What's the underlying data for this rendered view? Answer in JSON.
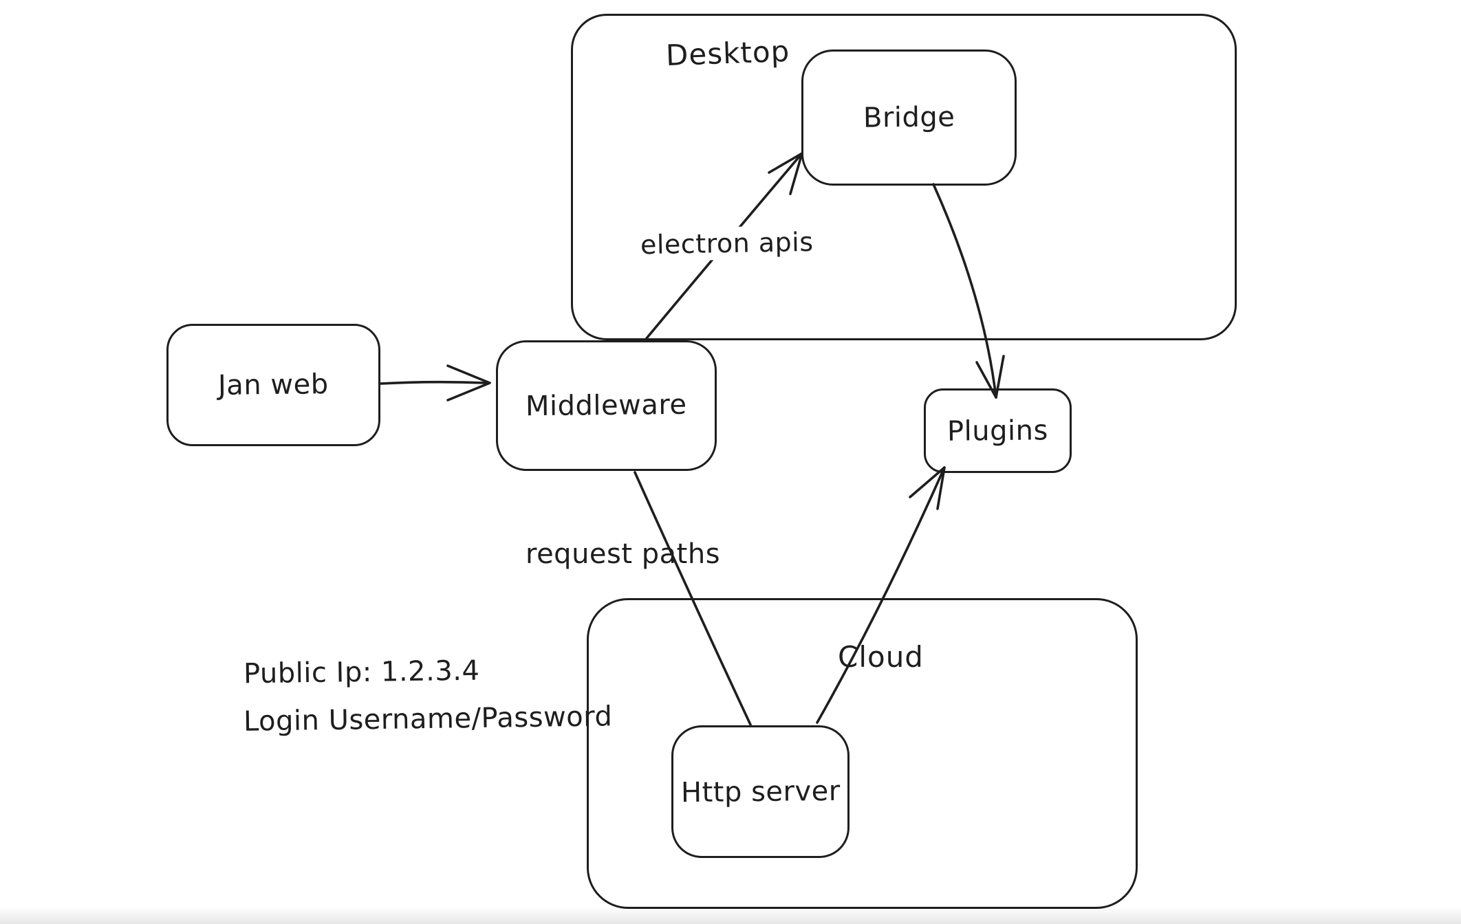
{
  "canvas": {
    "background": "#ffffff",
    "stroke_color": "#1e1e1e",
    "bottom_fade_color": "#e7e7e8"
  },
  "containers": [
    {
      "id": "desktop",
      "label": "Desktop"
    },
    {
      "id": "cloud",
      "label": "Cloud"
    }
  ],
  "nodes": [
    {
      "id": "jan-web",
      "label": "Jan web"
    },
    {
      "id": "middleware",
      "label": "Middleware"
    },
    {
      "id": "bridge",
      "label": "Bridge"
    },
    {
      "id": "plugins",
      "label": "Plugins"
    },
    {
      "id": "http-server",
      "label": "Http server"
    }
  ],
  "edges": [
    {
      "from": "jan-web",
      "to": "middleware",
      "label": ""
    },
    {
      "from": "middleware",
      "to": "bridge",
      "label": "electron apis"
    },
    {
      "from": "bridge",
      "to": "plugins",
      "label": ""
    },
    {
      "from": "middleware",
      "to": "http-server",
      "label": "request paths"
    },
    {
      "from": "http-server",
      "to": "plugins",
      "label": ""
    }
  ],
  "annotations": [
    {
      "id": "public-ip",
      "text": "Public Ip: 1.2.3.4"
    },
    {
      "id": "login",
      "text": "Login Username/Password"
    }
  ]
}
